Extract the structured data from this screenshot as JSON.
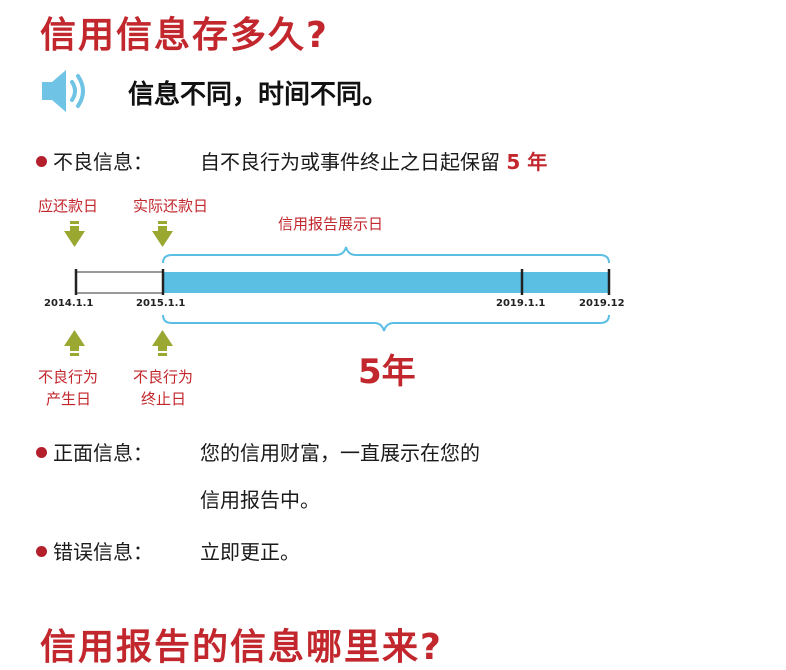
{
  "title1": "信用信息存多久?",
  "subtitle": "信息不同，时间不同。",
  "bad_info": {
    "label": "不良信息：",
    "desc": "自不良行为或事件终止之日起保留",
    "duration": "5 年"
  },
  "timeline": {
    "repay_due": "应还款日",
    "actual_repay": "实际还款日",
    "display_date": "信用报告展示日",
    "dates": [
      "2014.1.1",
      "2015.1.1",
      "2019.1.1",
      "2019.12"
    ],
    "bad_start_line1": "不良行为",
    "bad_start_line2": "产生日",
    "bad_end_line1": "不良行为",
    "bad_end_line2": "终止日",
    "five_years": "5年",
    "colors": {
      "bar": "#5bbfe4",
      "arrow": "#9aa832",
      "accent": "#c2272d"
    }
  },
  "positive_info": {
    "label": "正面信息：",
    "desc_line1": "您的信用财富，一直展示在您的",
    "desc_line2": "信用报告中。"
  },
  "error_info": {
    "label": "错误信息：",
    "desc": "立即更正。"
  },
  "title2": "信用报告的信息哪里来?"
}
